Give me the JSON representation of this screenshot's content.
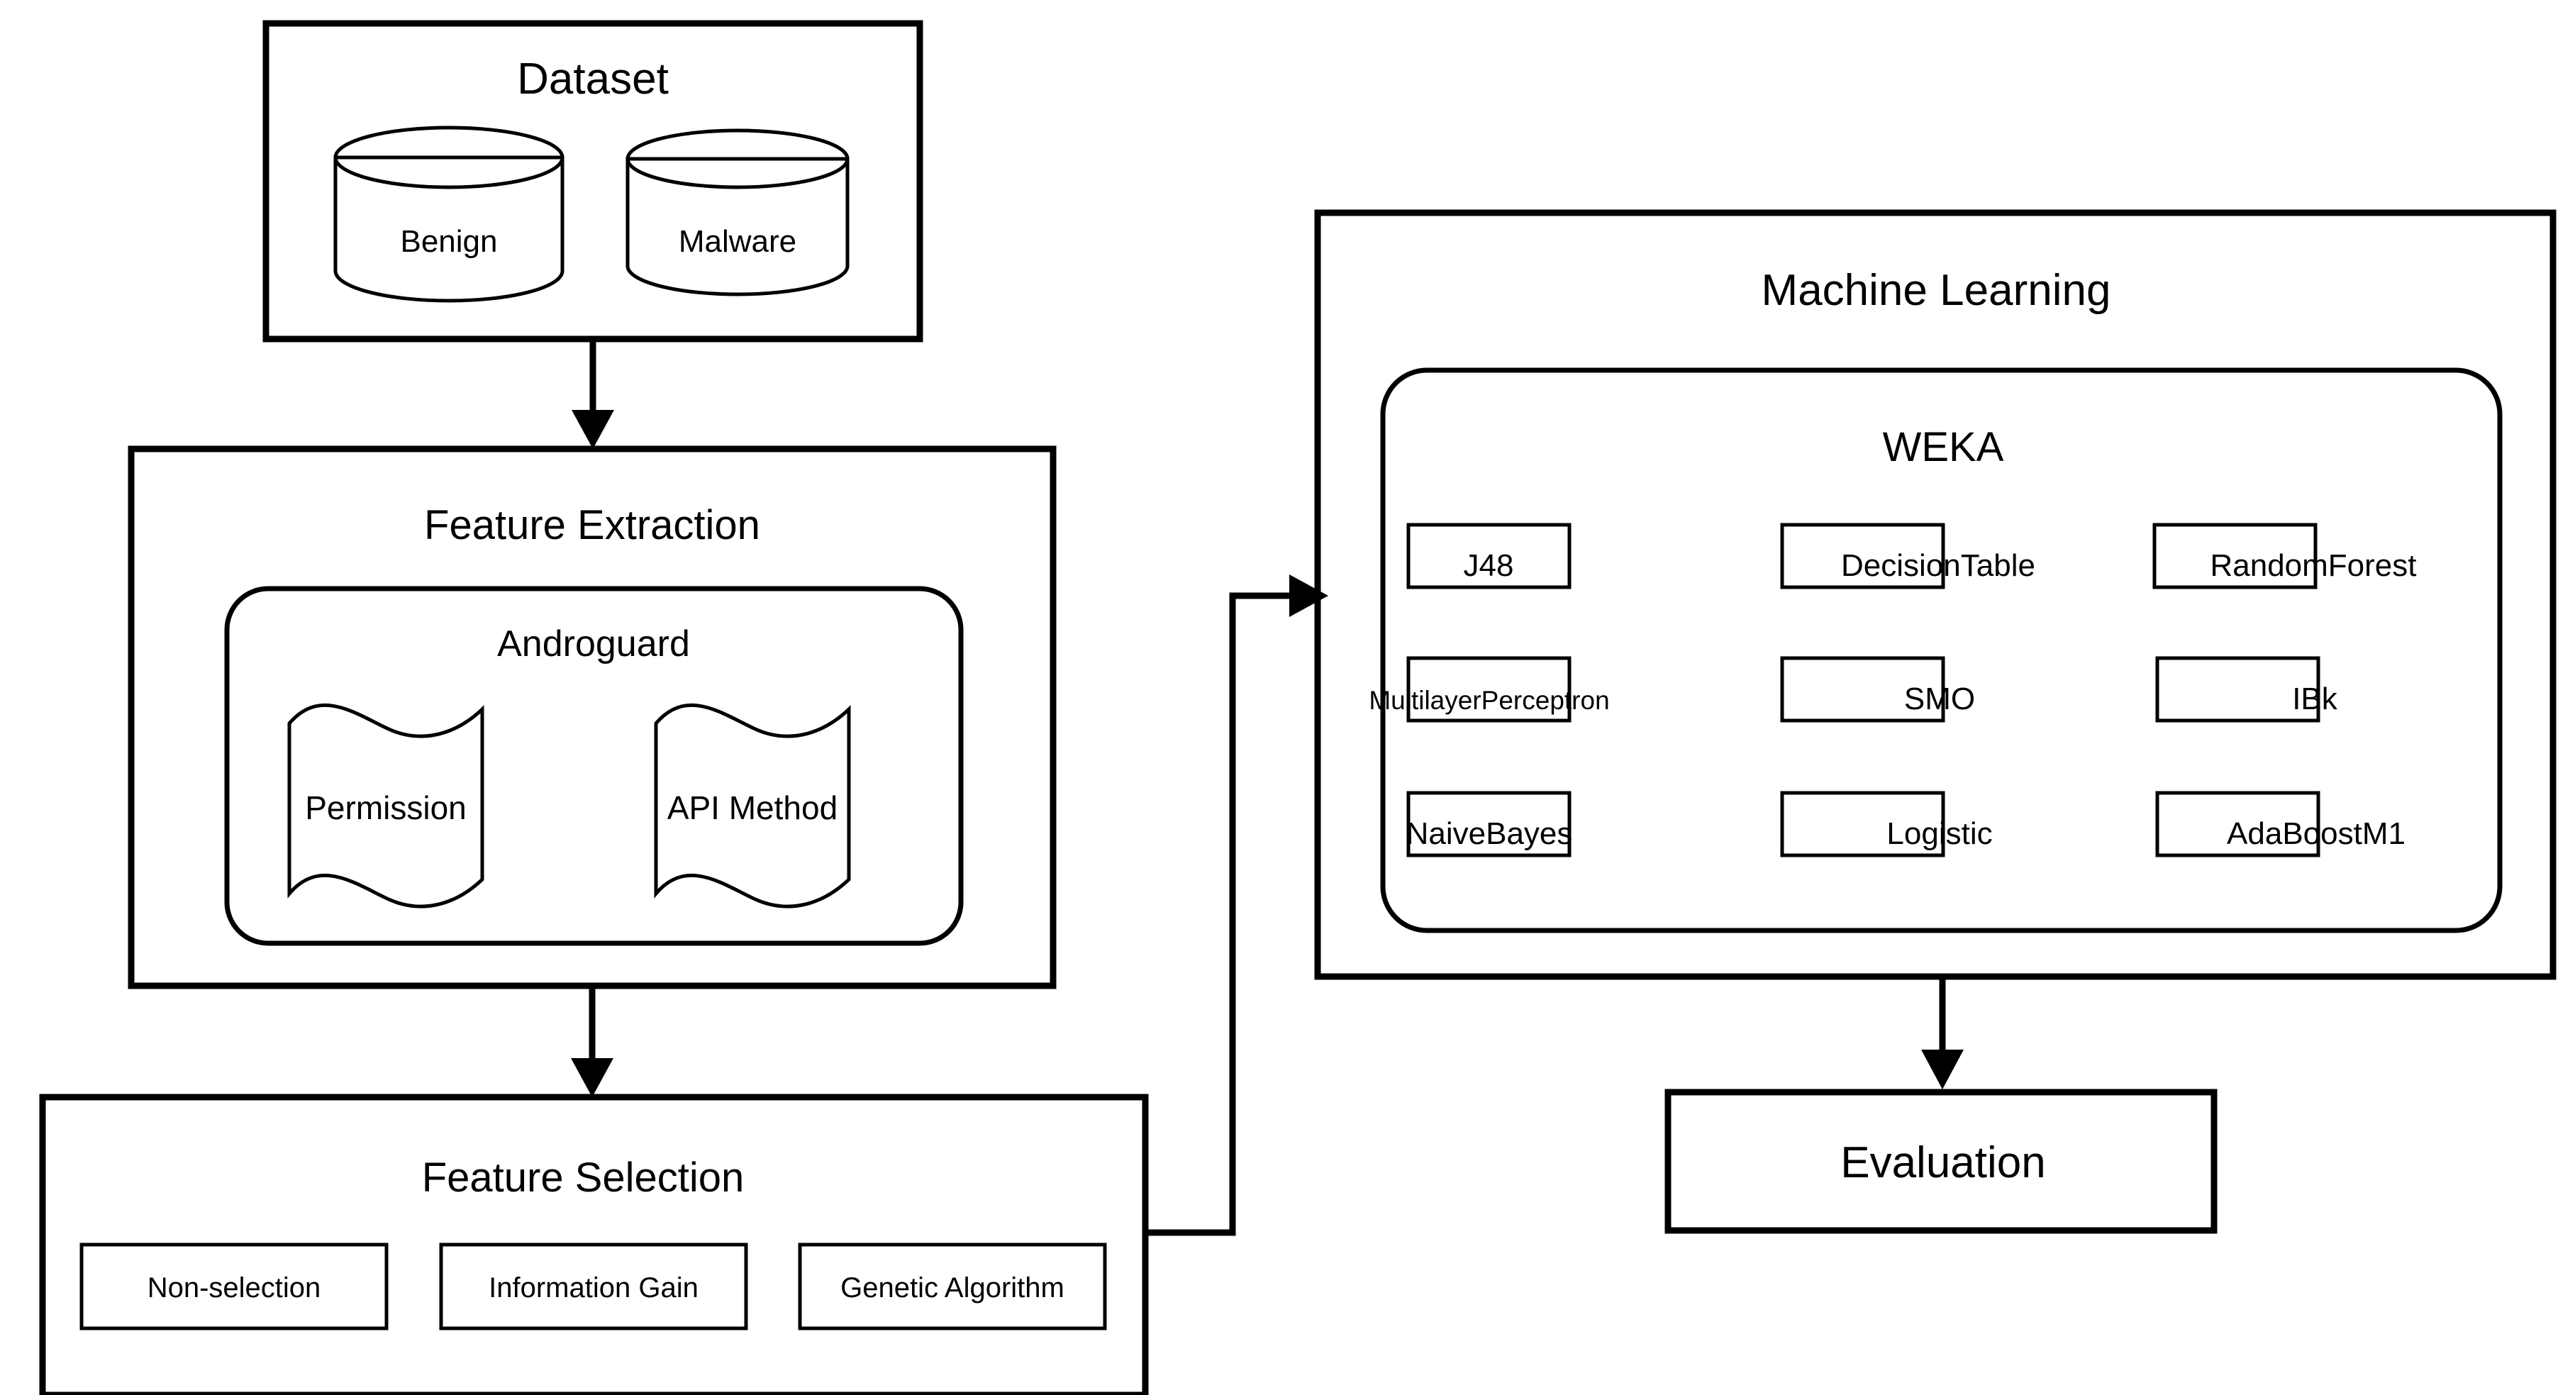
{
  "diagram": {
    "title": "Android Malware Detection Pipeline",
    "type": "flowchart",
    "background_color": "#ffffff",
    "line_color": "#000000"
  },
  "dataset": {
    "title": "Dataset",
    "cylinders": [
      {
        "label": "Benign",
        "icon": "database-cylinder-icon"
      },
      {
        "label": "Malware",
        "icon": "database-cylinder-icon"
      }
    ]
  },
  "feature_extraction": {
    "title": "Feature Extraction",
    "tool": {
      "title": "Androguard",
      "documents": [
        {
          "label": "Permission",
          "icon": "wavy-document-icon"
        },
        {
          "label": "API Method",
          "icon": "wavy-document-icon"
        }
      ]
    }
  },
  "feature_selection": {
    "title": "Feature Selection",
    "methods": [
      {
        "label": "Non-selection"
      },
      {
        "label": "Information Gain"
      },
      {
        "label": "Genetic Algorithm"
      }
    ]
  },
  "machine_learning": {
    "title": "Machine Learning",
    "framework": {
      "title": "WEKA",
      "classifiers": [
        {
          "label": "J48"
        },
        {
          "label": "DecisionTable"
        },
        {
          "label": "RandomForest"
        },
        {
          "label": "MultilayerPerceptron"
        },
        {
          "label": "SMO"
        },
        {
          "label": "IBk"
        },
        {
          "label": "NaiveBayes"
        },
        {
          "label": "Logistic"
        },
        {
          "label": "AdaBoostM1"
        }
      ]
    }
  },
  "evaluation": {
    "title": "Evaluation"
  },
  "connectors": [
    {
      "name": "dataset-to-feature-extraction",
      "direction": "down",
      "icon": "arrow-down-icon"
    },
    {
      "name": "feature-extraction-to-feature-selection",
      "direction": "down",
      "icon": "arrow-down-icon"
    },
    {
      "name": "feature-selection-to-machine-learning",
      "direction": "right",
      "icon": "arrow-right-icon"
    },
    {
      "name": "machine-learning-to-evaluation",
      "direction": "down",
      "icon": "arrow-down-icon"
    }
  ]
}
